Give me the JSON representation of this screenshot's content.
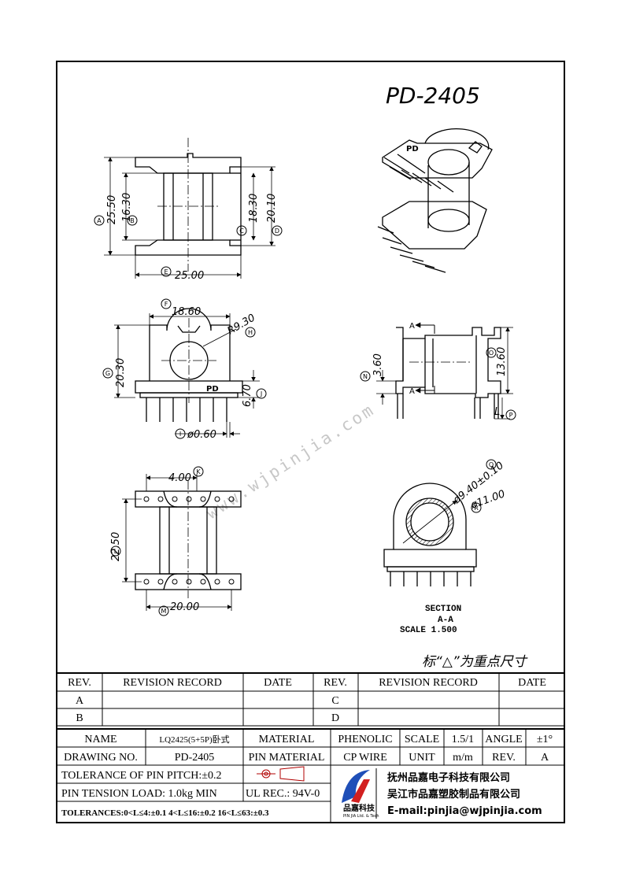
{
  "title": "PD-2405",
  "watermark": "www.wjpinjia.com",
  "note": "标“△”为重点尺寸",
  "dimensions": {
    "A": "25.50",
    "B": "16.30",
    "C": "18.30",
    "D": "20.10",
    "E": "25.00",
    "F": "18.60",
    "H": "R9.30",
    "G": "20.30",
    "J": "6.70",
    "I": "ø0.60",
    "N": "3.60",
    "O": "13.60",
    "P": "L",
    "K": "4.00",
    "L": "22.50",
    "M": "20.00",
    "Q": "ø9.40±0.10",
    "R": "ø11.00"
  },
  "section": {
    "line1": "SECTION",
    "line2": "A-A",
    "line3": "SCALE  1.500",
    "cut": "A"
  },
  "pd_mark": "PD",
  "revision": {
    "headers": [
      "REV.",
      "REVISION RECORD",
      "DATE",
      "REV.",
      "REVISION RECORD",
      "DATE"
    ],
    "rows": [
      [
        "A",
        "",
        "",
        "C",
        "",
        ""
      ],
      [
        "B",
        "",
        "",
        "D",
        "",
        ""
      ]
    ]
  },
  "titleblock": {
    "name_label": "NAME",
    "name_value": "LQ2425(5+5P)卧式",
    "material_label": "MATERIAL",
    "material_value": "PHENOLIC",
    "scale_label": "SCALE",
    "scale_value": "1.5/1",
    "angle_label": "ANGLE",
    "angle_value": "±1°",
    "drawing_label": "DRAWING NO.",
    "drawing_value": "PD-2405",
    "pin_material_label": "PIN MATERIAL",
    "pin_material_value": "CP WIRE",
    "unit_label": "UNIT",
    "unit_value": "m/m",
    "rev_label": "REV.",
    "rev_value": "A",
    "tol_pitch": "TOLERANCE OF PIN PITCH:±0.2",
    "tension": "PIN TENSION LOAD: 1.0kg  MIN",
    "ul": "UL REC.: 94V-0",
    "tolerances": "TOLERANCES:0<L≤4:±0.1 4<L≤16:±0.2 16<L≤63:±0.3",
    "company1": "抚州品嘉电子科技有限公司",
    "company2": "吴江市品嘉塑胶制品有限公司",
    "email": "E-mail:pinjia@wjpinjia.com",
    "logo_text": "品嘉科技",
    "logo_sub": "PIN JIA Ltd. & Tech"
  }
}
